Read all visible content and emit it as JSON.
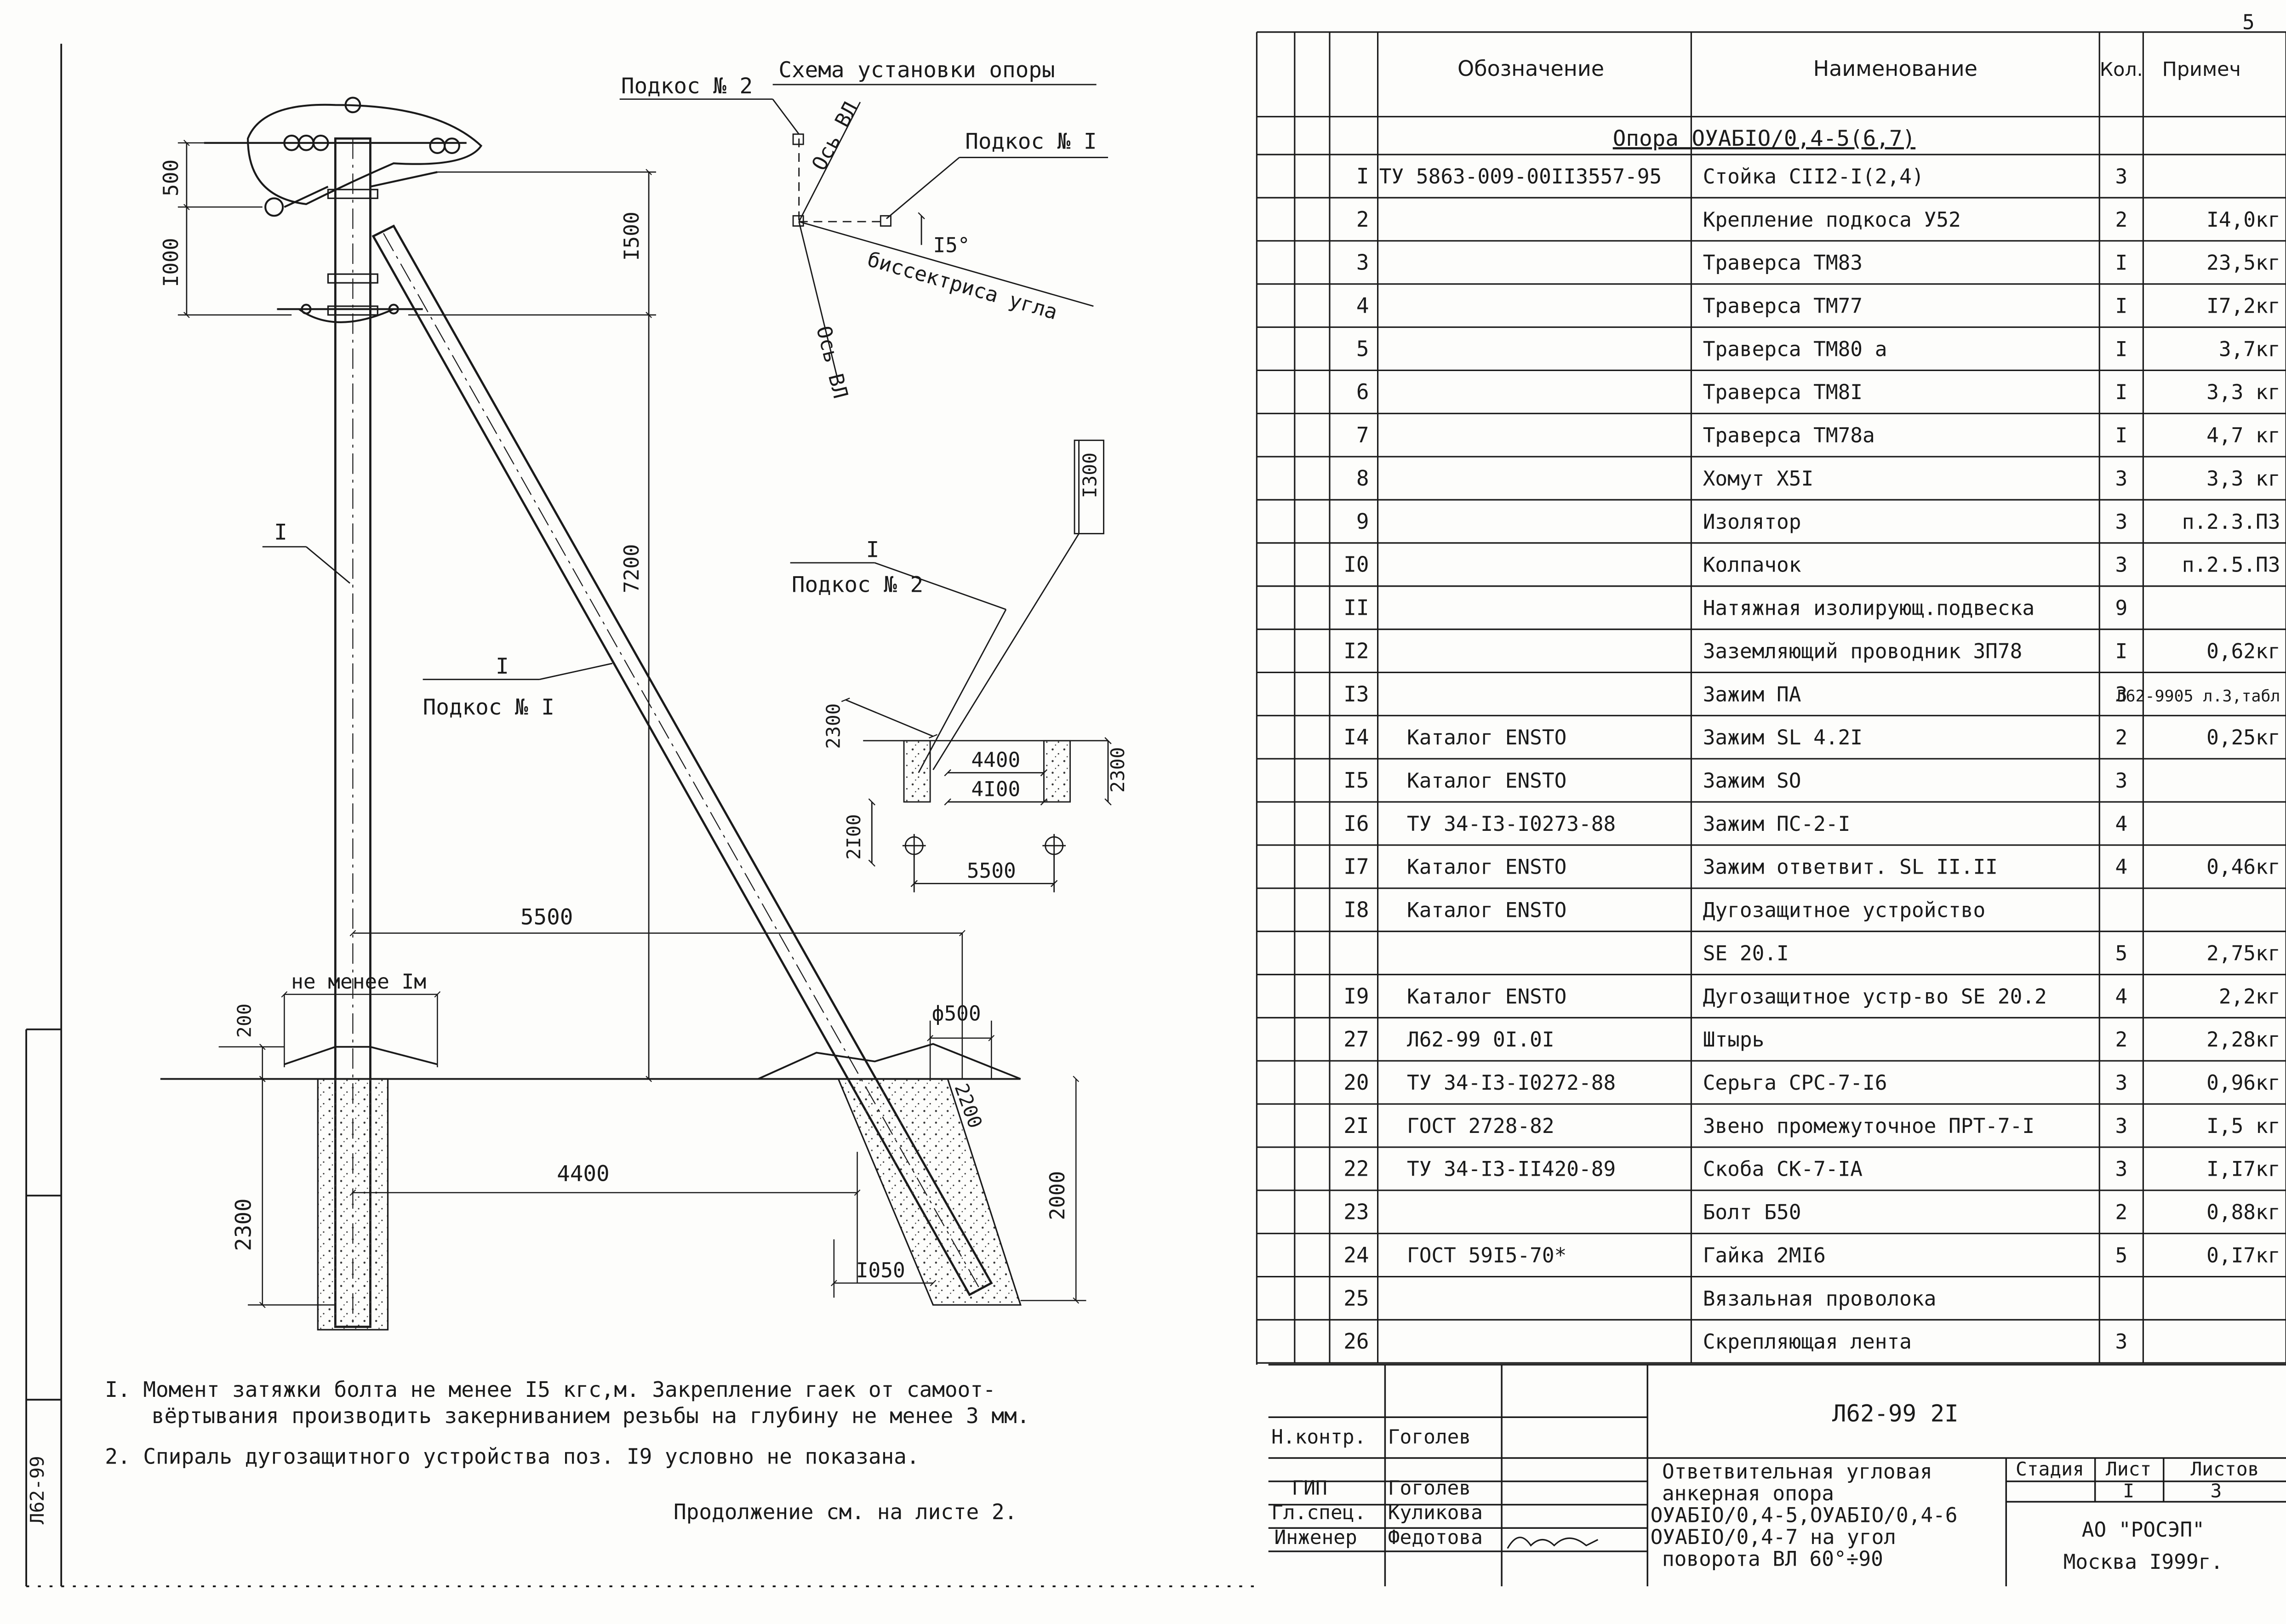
{
  "sheet_number": "5",
  "side_code": "Л62-99",
  "drawing": {
    "scheme_title": "Схема установки опоры",
    "strut2_label": "Подкос № 2",
    "strut1_label": "Подкос № I",
    "axis_label_a": "Ось ВЛ",
    "axis_label_b": "Ось ВЛ",
    "angle_label": "I5°",
    "bisector_label": "биссектриса угла",
    "pole_callout": "I",
    "strut1_callout_num": "I",
    "strut1_callout_name": "Подкос № I",
    "strut2_callout_num": "I",
    "strut2_callout_name": "Подкос № 2",
    "dims": {
      "d500": "500",
      "d1000": "I000",
      "d1500": "I500",
      "d7200": "7200",
      "d5500": "5500",
      "d4400": "4400",
      "d2300": "2300",
      "d200": "200",
      "min1m": "не менее Iм",
      "phi500": "ф500",
      "d2200": "2200",
      "d2000": "2000",
      "d1050": "I050",
      "d1300": "I300",
      "s2300a": "2300",
      "s4400": "4400",
      "s4100": "4I00",
      "s2300b": "2300",
      "s2100": "2I00",
      "s5500": "5500"
    }
  },
  "notes": [
    "I. Момент затяжки болта не менее I5 кгс,м. Закрепление гаек от самоот-",
    "вёртывания производить закерниванием резьбы на глубину не менее 3 мм.",
    "2. Спираль дугозащитного устройства поз. I9 условно не показана."
  ],
  "continuation": "Продолжение см. на листе 2.",
  "spec_table": {
    "headers": {
      "designation": "Обозначение",
      "name": "Наименование",
      "qty": "Кол.",
      "note": "Примеч"
    },
    "section_title": "Опора ОУАБIО/0,4-5(6,7)",
    "rows": [
      {
        "pos": "I",
        "des": "ТУ 5863-009-00II3557-95",
        "name": "Стойка СII2-I(2,4)",
        "qty": "3",
        "note": ""
      },
      {
        "pos": "2",
        "des": "",
        "name": "Крепление подкоса У52",
        "qty": "2",
        "note": "I4,0кг"
      },
      {
        "pos": "3",
        "des": "",
        "name": "Траверса ТМ83",
        "qty": "I",
        "note": "23,5кг"
      },
      {
        "pos": "4",
        "des": "",
        "name": "Траверса ТМ77",
        "qty": "I",
        "note": "I7,2кг"
      },
      {
        "pos": "5",
        "des": "",
        "name": "Траверса ТМ80 а",
        "qty": "I",
        "note": "3,7кг"
      },
      {
        "pos": "6",
        "des": "",
        "name": "Траверса ТМ8I",
        "qty": "I",
        "note": "3,3 кг"
      },
      {
        "pos": "7",
        "des": "",
        "name": "Траверса ТМ78а",
        "qty": "I",
        "note": "4,7 кг"
      },
      {
        "pos": "8",
        "des": "",
        "name": "Хомут Х5I",
        "qty": "3",
        "note": "3,3 кг"
      },
      {
        "pos": "9",
        "des": "",
        "name": "Изолятор",
        "qty": "3",
        "note": "п.2.3.ПЗ"
      },
      {
        "pos": "I0",
        "des": "",
        "name": "Колпачок",
        "qty": "3",
        "note": "п.2.5.ПЗ"
      },
      {
        "pos": "II",
        "des": "",
        "name": "Натяжная изолирующ.подвеска",
        "qty": "9",
        "note": ""
      },
      {
        "pos": "I2",
        "des": "",
        "name": "Заземляющий проводник  ЗП78",
        "qty": "I",
        "note": "0,62кг"
      },
      {
        "pos": "I3",
        "des": "",
        "name": "Зажим ПА",
        "qty": "3",
        "note": "Л62-9905 л.3,табл"
      },
      {
        "pos": "I4",
        "des": "Каталог ENSTO",
        "name": "Зажим SL 4.2I",
        "qty": "2",
        "note": "0,25кг"
      },
      {
        "pos": "I5",
        "des": "Каталог ENSTO",
        "name": "Зажим  SO",
        "qty": "3",
        "note": ""
      },
      {
        "pos": "I6",
        "des": "ТУ 34-I3-I0273-88",
        "name": "Зажим ПС-2-I",
        "qty": "4",
        "note": ""
      },
      {
        "pos": "I7",
        "des": "Каталог ENSTO",
        "name": "Зажим ответвит.  SL II.II",
        "qty": "4",
        "note": "0,46кг"
      },
      {
        "pos": "I8",
        "des": "Каталог ENSTO",
        "name": "Дугозащитное устройство",
        "qty": "",
        "note": ""
      },
      {
        "pos": "",
        "des": "",
        "name": "SE 20.I",
        "qty": "5",
        "note": "2,75кг"
      },
      {
        "pos": "I9",
        "des": "Каталог ENSTO",
        "name": "Дугозащитное устр-во SE 20.2",
        "qty": "4",
        "note": "2,2кг"
      },
      {
        "pos": "27",
        "des": "Л62-99 0I.0I",
        "name": "Штырь",
        "qty": "2",
        "note": "2,28кг"
      },
      {
        "pos": "20",
        "des": "ТУ 34-I3-I0272-88",
        "name": "Серьга СРС-7-I6",
        "qty": "3",
        "note": "0,96кг"
      },
      {
        "pos": "2I",
        "des": "ГОСТ 2728-82",
        "name": "Звено промежуточное ПРТ-7-I",
        "qty": "3",
        "note": "I,5 кг"
      },
      {
        "pos": "22",
        "des": "ТУ 34-I3-II420-89",
        "name": "Скоба СК-7-IА",
        "qty": "3",
        "note": "I,I7кг"
      },
      {
        "pos": "23",
        "des": "",
        "name": "Болт Б50",
        "qty": "2",
        "note": "0,88кг"
      },
      {
        "pos": "24",
        "des": "ГОСТ 59I5-70*",
        "name": "Гайка 2МI6",
        "qty": "5",
        "note": "0,I7кг"
      },
      {
        "pos": "25",
        "des": "",
        "name": "Вязальная проволока",
        "qty": "",
        "note": ""
      },
      {
        "pos": "26",
        "des": "",
        "name": "Скрепляющая лента",
        "qty": "3",
        "note": ""
      }
    ]
  },
  "title_block": {
    "code": "Л62-99 2I",
    "roles": [
      {
        "role": "Н.контр.",
        "name": "Гоголев"
      },
      {
        "role": "ГИП",
        "name": "Гоголев"
      },
      {
        "role": "Гл.спец.",
        "name": "Куликова"
      },
      {
        "role": "Инженер",
        "name": "Федотова"
      }
    ],
    "title_lines": [
      "Ответвительная угловая",
      "анкерная  опора",
      "ОУАБIО/0,4-5,ОУАБIО/0,4-6",
      "ОУАБIО/0,4-7 на угол",
      "поворота ВЛ 60°÷90"
    ],
    "stage_label": "Стадия",
    "sheet_label": "Лист",
    "sheets_label": "Листов",
    "sheet_value": "I",
    "sheets_value": "3",
    "org": "АО \"РОСЭП\"",
    "city_year": "Москва I999г."
  }
}
